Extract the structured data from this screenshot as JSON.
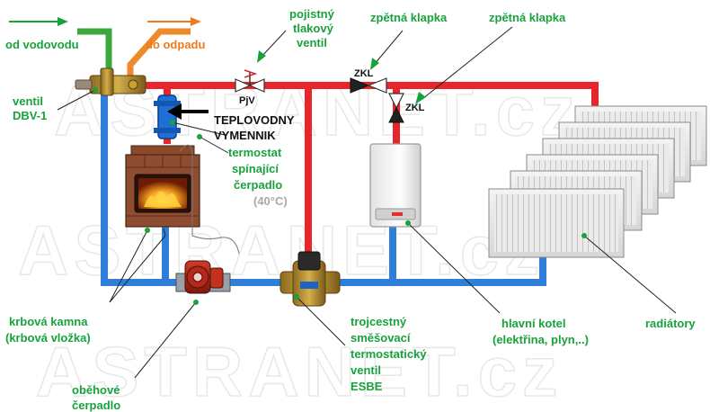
{
  "watermark": "ASTRANET.cz",
  "labels": {
    "cold_water_inlet": "od vodovodu",
    "drain_outlet": "do odpadu",
    "valve_dbv_line1": "ventil",
    "valve_dbv_line2": "DBV-1",
    "safety_valve_line1": "pojistný",
    "safety_valve_line2": "tlakový",
    "safety_valve_line3": "ventil",
    "check_valve_1": "zpětná klapka",
    "check_valve_2": "zpětná klapka",
    "heat_exchanger_line1": "TEPLOVODNY",
    "heat_exchanger_line2": "VYMENNIK",
    "thermostat_line1": "termostat",
    "thermostat_line2": "spínající",
    "thermostat_line3": "čerpadlo",
    "thermostat_temp": "(40°C)",
    "fireplace_line1": "krbová kamna",
    "fireplace_line2": "(krbová vložka)",
    "pump_line1": "oběhové",
    "pump_line2": "čerpadlo",
    "mixing_valve_line1": "trojcestný",
    "mixing_valve_line2": "směšovací",
    "mixing_valve_line3": "termostatický",
    "mixing_valve_line4": "ventil",
    "mixing_valve_line5": "ESBE",
    "main_boiler_line1": "hlavní kotel",
    "main_boiler_line2": "(elektřina, plyn,..)",
    "radiators": "radiátory"
  },
  "tags": {
    "safety_valve": "PjV",
    "check_valve_top": "ZKL",
    "check_valve_side": "ZKL"
  },
  "colors": {
    "hot_pipe": "#e8252b",
    "cold_pipe": "#2f7fd8",
    "inlet_pipe": "#3aa83a",
    "drain_pipe": "#ee8a2a",
    "label_text": "#18a23c"
  }
}
